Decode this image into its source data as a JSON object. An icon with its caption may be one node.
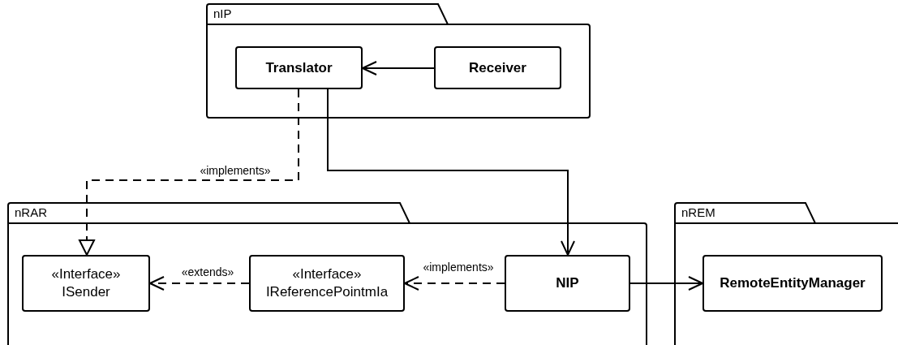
{
  "diagram": {
    "nodes": [
      {
        "text": [
          "nIP"
        ]
      },
      {
        "text": [
          "Translator"
        ],
        "in": 0
      },
      {
        "text": [
          "Receiver"
        ],
        "in": 0
      },
      {
        "text": [
          "nRAR"
        ]
      },
      {
        "text": [
          "«Interface»",
          "ISender"
        ],
        "in": 3
      },
      {
        "text": [
          "«Interface»",
          "IReferencePointmIa"
        ],
        "in": 3
      },
      {
        "text": [
          "NIP"
        ],
        "in": 3
      },
      {
        "text": [
          "nREM"
        ]
      },
      {
        "text": [
          "RemoteEntityManager"
        ],
        "in": 7
      }
    ],
    "edges": [
      {
        "from": 2,
        "to": 1,
        "arrow": "to"
      },
      {
        "from": 1,
        "to": 4,
        "arrow": "to",
        "label": "«implements»",
        "style": "dashed"
      },
      {
        "from": 1,
        "to": 6,
        "arrow": "to"
      },
      {
        "from": 5,
        "to": 4,
        "arrow": "to",
        "label": "«extends»",
        "style": "dashed"
      },
      {
        "from": 6,
        "to": 5,
        "arrow": "to",
        "label": "«implements»",
        "style": "dashed"
      },
      {
        "from": 6,
        "to": 8,
        "arrow": "to"
      }
    ]
  }
}
